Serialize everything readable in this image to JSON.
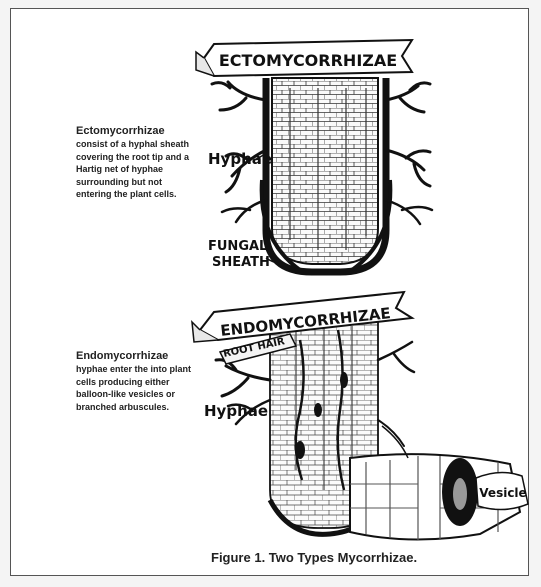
{
  "figure": {
    "caption": "Figure 1. Two Types Mycorrhizae."
  },
  "ecto": {
    "banner": "ECTOMYCORRHIZAE",
    "label_hyphae": "Hyphae",
    "label_fungal": "FUNGAL",
    "label_sheath": "SHEATH",
    "desc_lead": "Ectomycorrhizae",
    "desc_body": "consist of a hyphal sheath covering the root tip and a Hartig net of hyphae surrounding but not entering the plant cells."
  },
  "endo": {
    "banner": "ENDOMYCORRHIZAE",
    "label_root_hair": "ROOT HAIR",
    "label_hyphae": "Hyphae",
    "label_vesicle": "Vesicle",
    "desc_lead": "Endomycorrhizae",
    "desc_body": "hyphae enter the into plant cells producing either balloon-like vesicles or branched arbuscules."
  }
}
